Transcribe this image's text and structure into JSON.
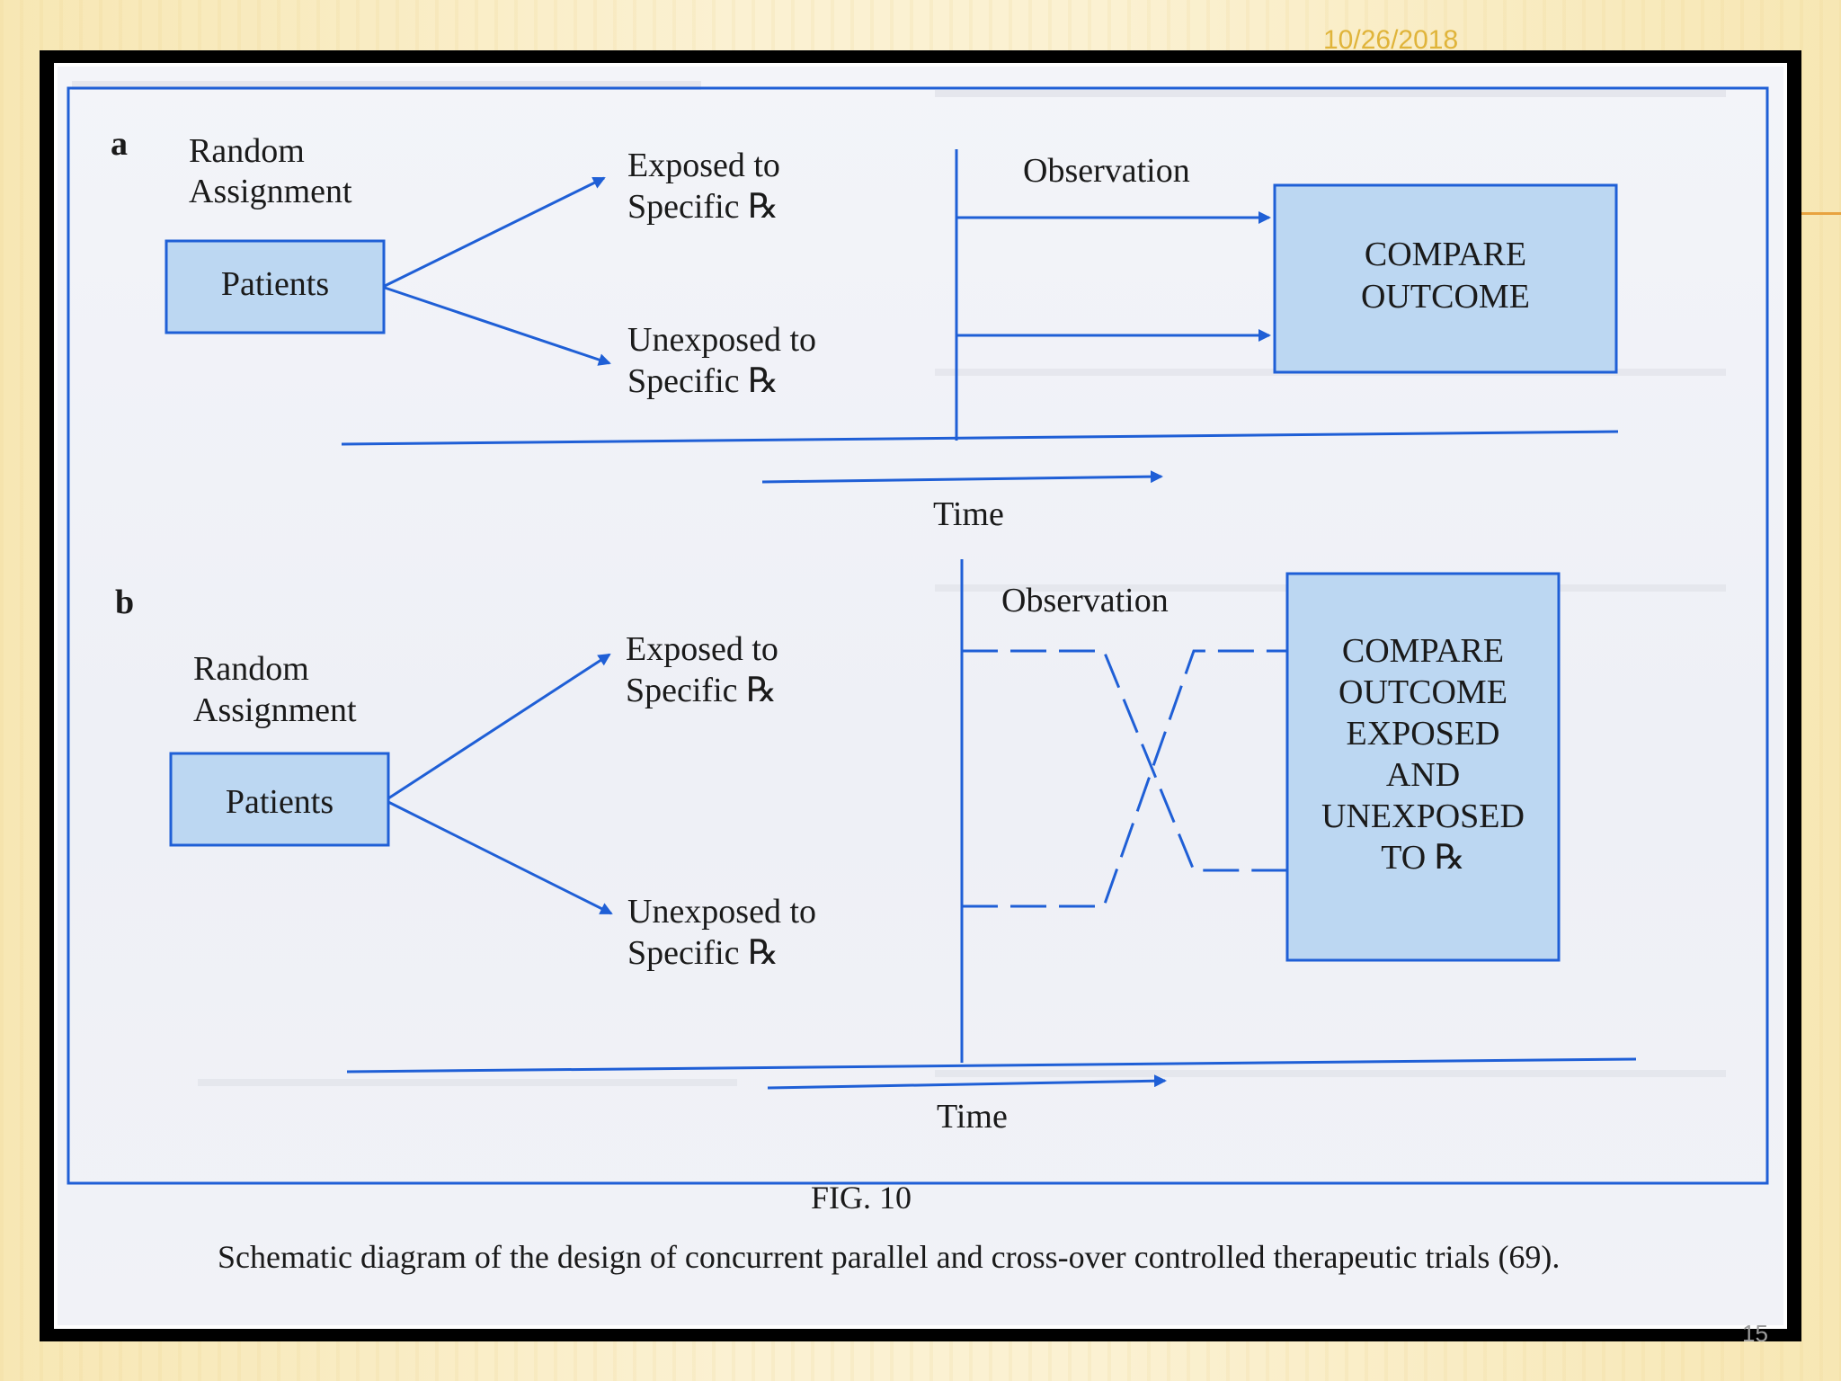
{
  "slide": {
    "date": "10/26/2018",
    "page_number": "15"
  },
  "figure": {
    "number_label": "FIG. 10",
    "caption": "Schematic diagram of the design of concurrent parallel and cross-over controlled therapeutic trials (69).",
    "colors": {
      "line": "#1f5fd6",
      "box_fill": "#bcd7f2",
      "text": "#1a1a1a"
    }
  },
  "panel_a": {
    "letter": "a",
    "random_line1": "Random",
    "random_line2": "Assignment",
    "patients": "Patients",
    "exposed_line1": "Exposed to",
    "exposed_line2": "Specific ℞",
    "unexposed_line1": "Unexposed to",
    "unexposed_line2": "Specific ℞",
    "observation": "Observation",
    "compare_line1": "COMPARE",
    "compare_line2": "OUTCOME",
    "time": "Time"
  },
  "panel_b": {
    "letter": "b",
    "random_line1": "Random",
    "random_line2": "Assignment",
    "patients": "Patients",
    "exposed_line1": "Exposed to",
    "exposed_line2": "Specific ℞",
    "unexposed_line1": "Unexposed to",
    "unexposed_line2": "Specific ℞",
    "observation": "Observation",
    "compare_lines": [
      "COMPARE",
      "OUTCOME",
      "EXPOSED",
      "AND",
      "UNEXPOSED",
      "TO ℞"
    ],
    "time": "Time"
  }
}
